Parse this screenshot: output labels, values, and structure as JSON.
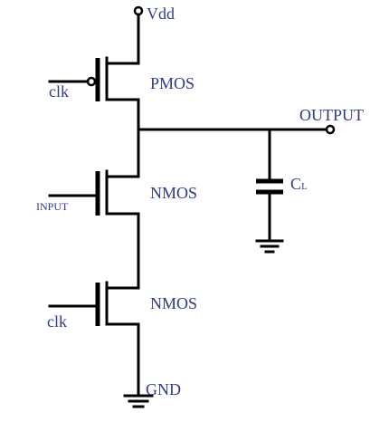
{
  "diagram": {
    "supply_label": "Vdd",
    "ground_label": "GND",
    "output_label": "OUTPUT",
    "capacitor": {
      "main": "C",
      "sub": "L"
    },
    "transistors": [
      {
        "type_label": "PMOS",
        "input_label": "clk"
      },
      {
        "type_label": "NMOS",
        "input_label": "INPUT"
      },
      {
        "type_label": "NMOS",
        "input_label": "clk"
      }
    ]
  },
  "colors": {
    "text": "#2f3a8f",
    "wire": "#000000",
    "background": "#ffffff"
  }
}
